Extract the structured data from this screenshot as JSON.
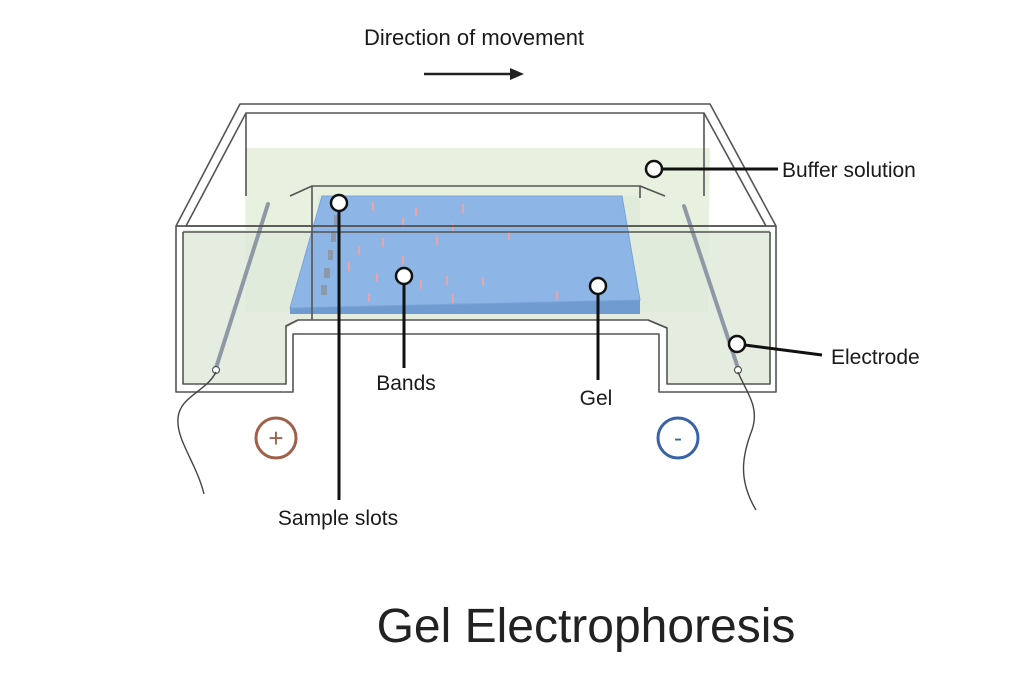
{
  "diagram": {
    "direction_label": "Direction of movement",
    "labels": {
      "buffer": "Buffer solution",
      "electrode": "Electrode",
      "bands": "Bands",
      "gel": "Gel",
      "sample_slots": "Sample slots"
    },
    "terminals": {
      "positive": "+",
      "negative": "-"
    },
    "title": "Gel Electrophoresis"
  },
  "colors": {
    "buffer": "#e3eedb",
    "gel": "#8fb6e8",
    "band": "#e8a0a4",
    "slot": "#8a97a8",
    "electrode": "#8e99a5",
    "positive": "#a0604a",
    "negative": "#3a62a8",
    "outline": "#555555"
  }
}
